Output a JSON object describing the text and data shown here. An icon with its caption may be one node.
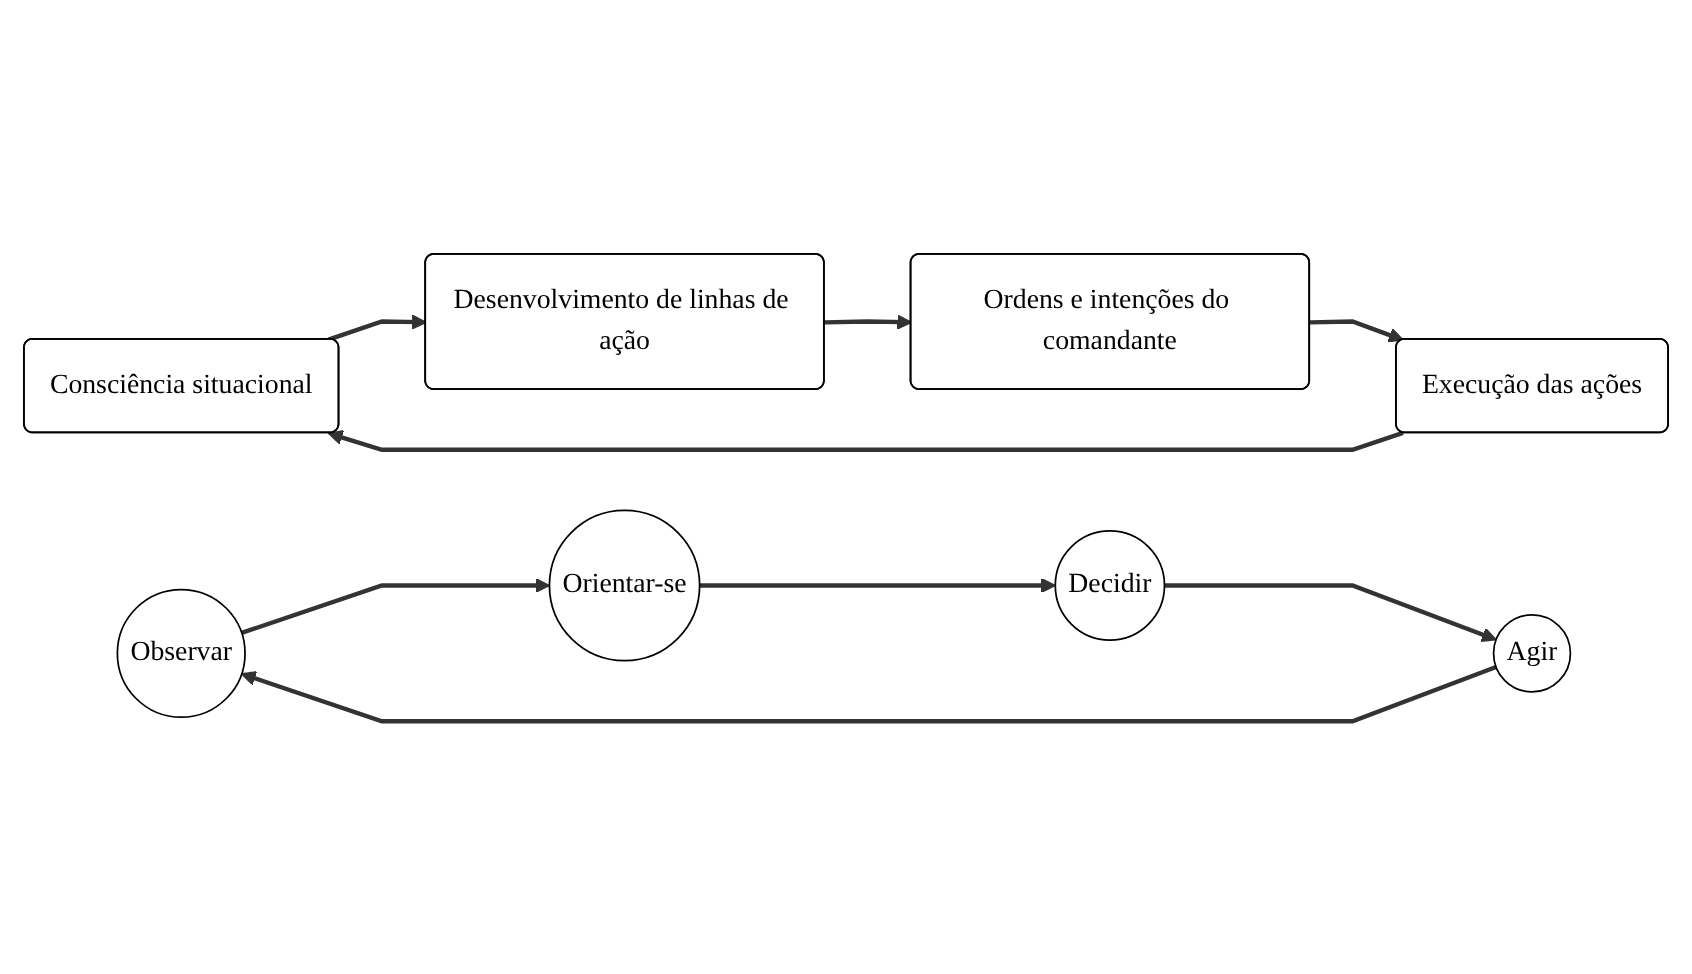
{
  "diagram": {
    "nodes": [
      {
        "text": [
          "Consciência situacional"
        ]
      },
      {
        "text": [
          "Desenvolvimento de linhas de ação"
        ]
      },
      {
        "text": [
          "Ordens e intenções do comandante"
        ]
      },
      {
        "text": [
          "Execução das ações"
        ]
      },
      {
        "text": [
          "Observar"
        ]
      },
      {
        "text": [
          "Orientar-se"
        ]
      },
      {
        "text": [
          "Decidir"
        ]
      },
      {
        "text": [
          "Agir"
        ]
      }
    ],
    "edges": [
      {
        "from": 0,
        "to": 1,
        "arrow": "to"
      },
      {
        "from": 1,
        "to": 2,
        "arrow": "to"
      },
      {
        "from": 2,
        "to": 3,
        "arrow": "to"
      },
      {
        "from": 3,
        "to": 0,
        "arrow": "to"
      },
      {
        "from": 4,
        "to": 5,
        "arrow": "to"
      },
      {
        "from": 5,
        "to": 6,
        "arrow": "to"
      },
      {
        "from": 6,
        "to": 7,
        "arrow": "to"
      },
      {
        "from": 7,
        "to": 4,
        "arrow": "to"
      }
    ]
  }
}
